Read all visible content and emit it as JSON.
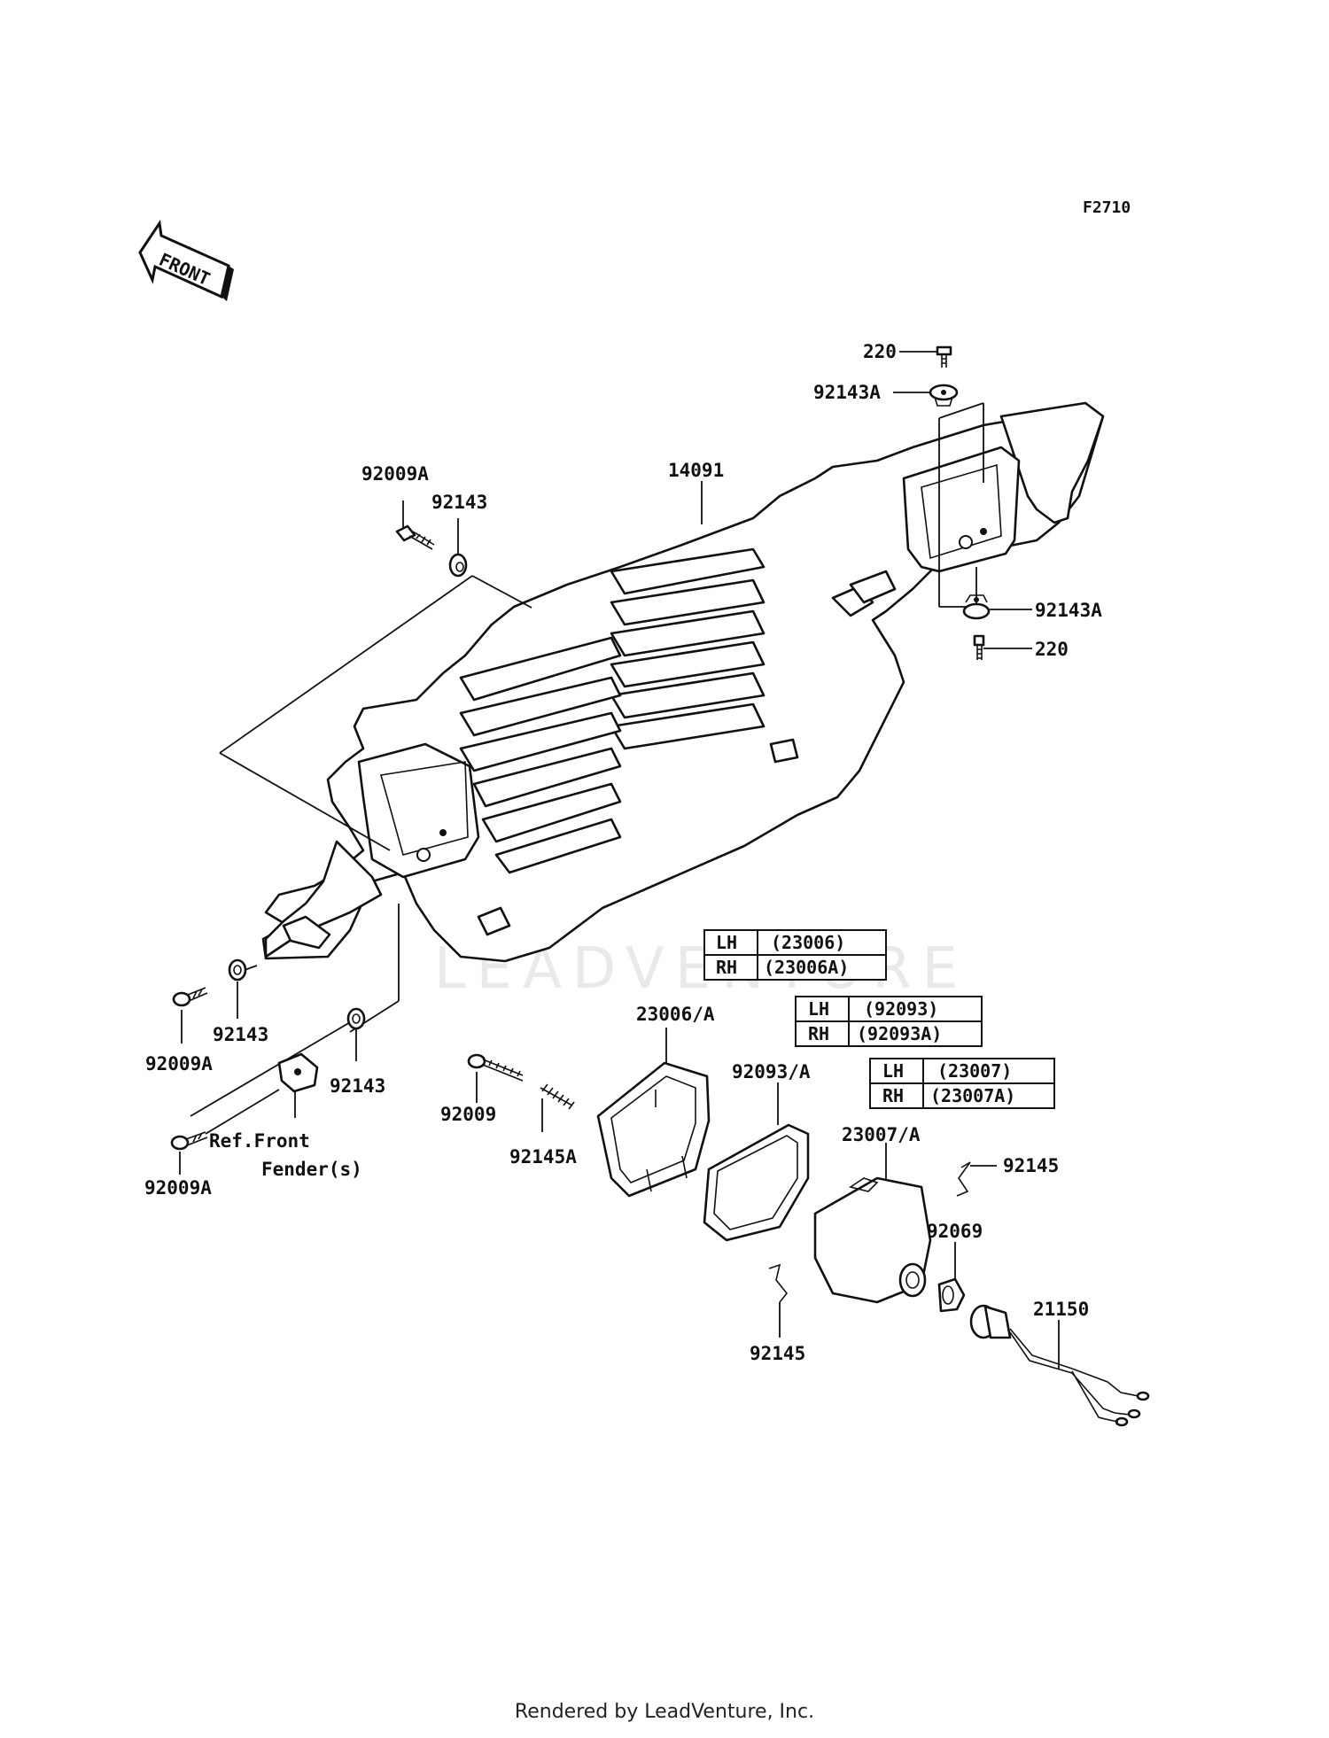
{
  "diagram_code": "F2710",
  "front_label": "FRONT",
  "watermark": "LEADVENTURE",
  "labels": {
    "p220_top": "220",
    "p92143A_top": "92143A",
    "p92009A_top": "92009A",
    "p92143_top": "92143",
    "p14091": "14091",
    "p92143A_right": "92143A",
    "p220_right": "220",
    "p92009A_left": "92009A",
    "p92143_left": "92143",
    "p92143_mid": "92143",
    "p92009A_bottom": "92009A",
    "ref_front_fender_1": "Ref.Front",
    "ref_front_fender_2": "Fender(s)",
    "p92009": "92009",
    "p92145A": "92145A",
    "p23006": "23006/A",
    "p92093": "92093/A",
    "p23007": "23007/A",
    "p92145_right": "92145",
    "p92069": "92069",
    "p21150": "21150",
    "p92145_bottom": "92145"
  },
  "tables": [
    {
      "rows": [
        {
          "side": "LH",
          "part": "(23006)"
        },
        {
          "side": "RH",
          "part": "(23006A)"
        }
      ]
    },
    {
      "rows": [
        {
          "side": "LH",
          "part": "(92093)"
        },
        {
          "side": "RH",
          "part": "(92093A)"
        }
      ]
    },
    {
      "rows": [
        {
          "side": "LH",
          "part": "(23007)"
        },
        {
          "side": "RH",
          "part": "(23007A)"
        }
      ]
    }
  ],
  "footer": "Rendered by LeadVenture, Inc."
}
